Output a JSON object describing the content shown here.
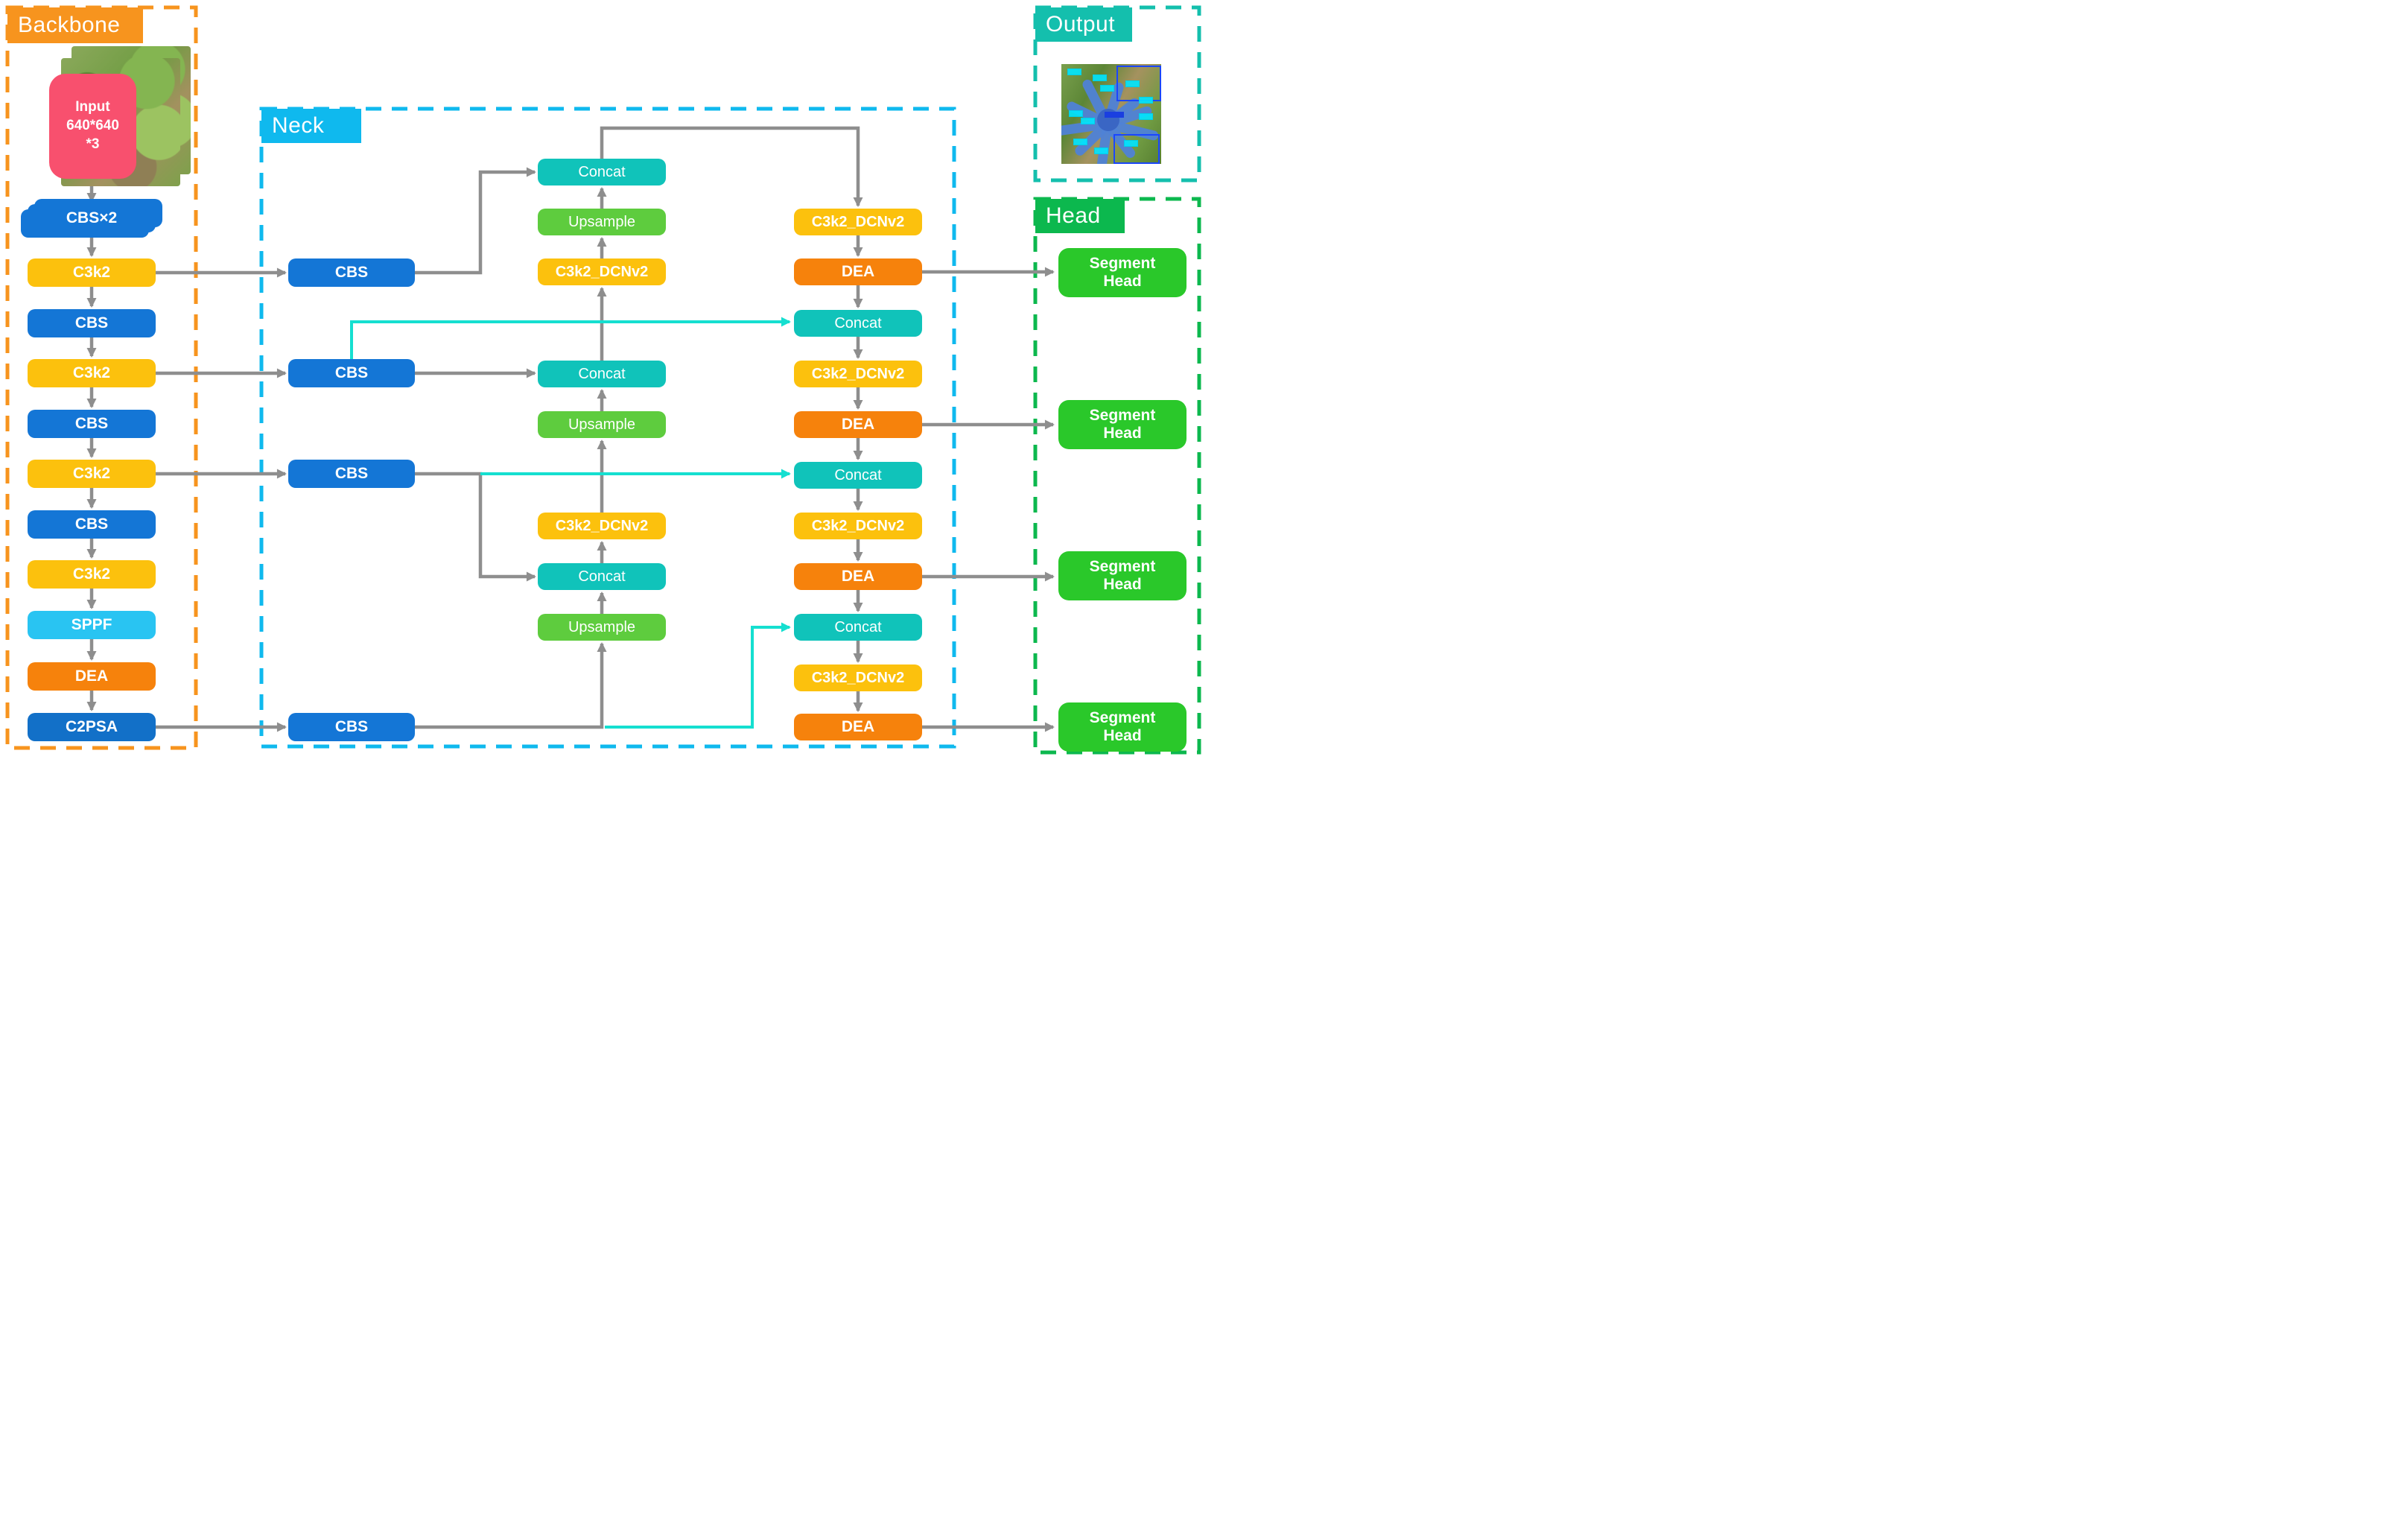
{
  "backbone": {
    "label": "Backbone",
    "input_label": "Input\n640*640\n*3",
    "blocks": [
      {
        "label": "CBS×2",
        "type": "conv"
      },
      {
        "label": "C3k2",
        "type": "c3k2"
      },
      {
        "label": "CBS",
        "type": "conv"
      },
      {
        "label": "C3k2",
        "type": "c3k2"
      },
      {
        "label": "CBS",
        "type": "conv"
      },
      {
        "label": "C3k2",
        "type": "c3k2"
      },
      {
        "label": "CBS",
        "type": "conv"
      },
      {
        "label": "C3k2",
        "type": "c3k2"
      },
      {
        "label": "SPPF",
        "type": "sppf"
      },
      {
        "label": "DEA",
        "type": "dea"
      },
      {
        "label": "C2PSA",
        "type": "c2psa"
      }
    ]
  },
  "neck": {
    "label": "Neck",
    "cbs_blocks": [
      {
        "label": "CBS"
      },
      {
        "label": "CBS"
      },
      {
        "label": "CBS"
      },
      {
        "label": "CBS"
      }
    ],
    "middle_blocks": [
      {
        "label": "Concat"
      },
      {
        "label": "Upsample"
      },
      {
        "label": "C3k2_DCNv2"
      },
      {
        "label": "Concat"
      },
      {
        "label": "Upsample"
      },
      {
        "label": "C3k2_DCNv2"
      },
      {
        "label": "Concat"
      },
      {
        "label": "Upsample"
      }
    ],
    "right_blocks": [
      {
        "label": "C3k2_DCNv2"
      },
      {
        "label": "DEA"
      },
      {
        "label": "Concat"
      },
      {
        "label": "C3k2_DCNv2"
      },
      {
        "label": "DEA"
      },
      {
        "label": "Concat"
      },
      {
        "label": "C3k2_DCNv2"
      },
      {
        "label": "DEA"
      },
      {
        "label": "Concat"
      },
      {
        "label": "C3k2_DCNv2"
      },
      {
        "label": "DEA"
      }
    ]
  },
  "head": {
    "label": "Head",
    "blocks": [
      {
        "label": "Segment\nHead"
      },
      {
        "label": "Segment\nHead"
      },
      {
        "label": "Segment\nHead"
      },
      {
        "label": "Segment\nHead"
      }
    ]
  },
  "output": {
    "label": "Output"
  },
  "palette": {
    "backbone_orange": "#F7941E",
    "neck_cyan": "#0FB9EE",
    "head_green": "#0CB84E",
    "output_teal": "#14BFAD",
    "block_blue": "#1476D6",
    "block_yellow": "#FCC10D",
    "block_teal": "#10C3BA",
    "block_green": "#5ECC3E",
    "block_orange": "#F6820C",
    "block_sky": "#29C4F2",
    "input_pink": "#F8506E",
    "segment_green": "#2AC82A",
    "line_gray": "#8E8E8E",
    "line_cyan": "#15DFD0"
  }
}
